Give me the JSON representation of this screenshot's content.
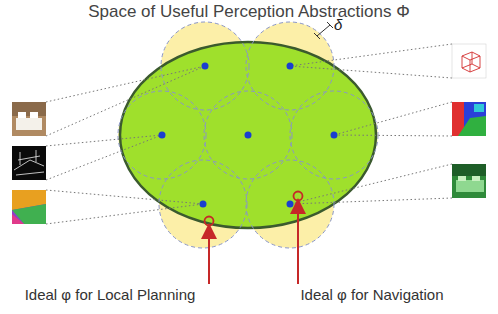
{
  "diagram": {
    "title": "Space of Useful Perception Abstractions Φ",
    "labels": [
      "δ",
      "Ideal φ for Local Planning",
      "Ideal φ for Navigation"
    ]
  }
}
